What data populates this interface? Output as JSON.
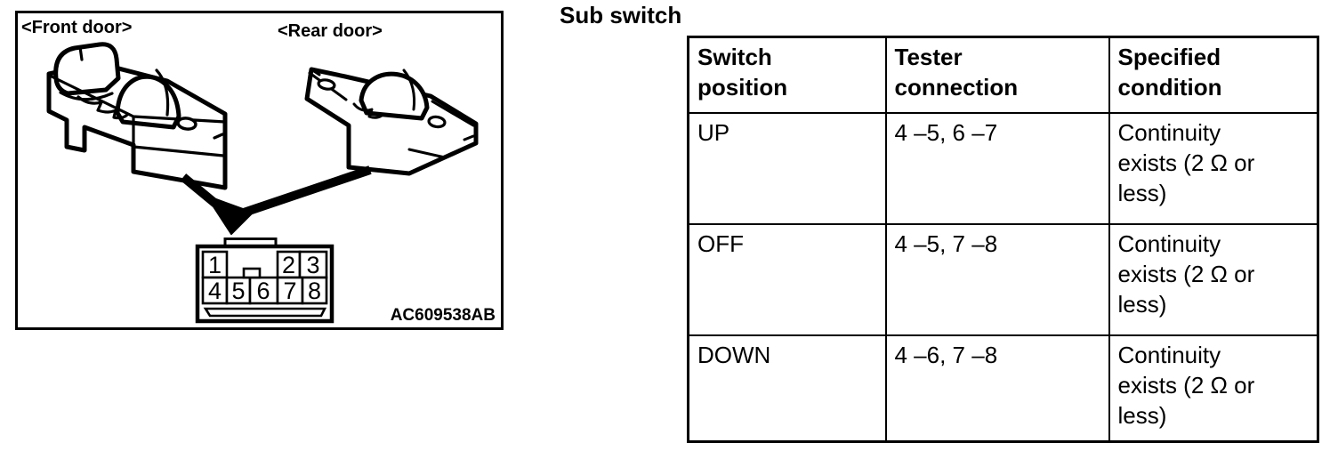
{
  "figure": {
    "front_label": "<Front door>",
    "rear_label": "<Rear door>",
    "code": "AC609538AB",
    "connector": {
      "top_pins": [
        "1",
        "2",
        "3"
      ],
      "bottom_pins": [
        "4",
        "5",
        "6",
        "7",
        "8"
      ]
    }
  },
  "heading": "Sub switch",
  "table": {
    "headers": [
      "Switch\nposition",
      "Tester\nconnection",
      "Specified\ncondition"
    ],
    "rows": [
      {
        "position": "UP",
        "connection": "4 –5, 6 –7",
        "condition": "Continuity\nexists (2 Ω or\nless)"
      },
      {
        "position": "OFF",
        "connection": "4 –5, 7 –8",
        "condition": "Continuity\nexists (2 Ω or\nless)"
      },
      {
        "position": "DOWN",
        "connection": "4 –6, 7 –8",
        "condition": "Continuity\nexists (2 Ω or\nless)"
      }
    ]
  }
}
